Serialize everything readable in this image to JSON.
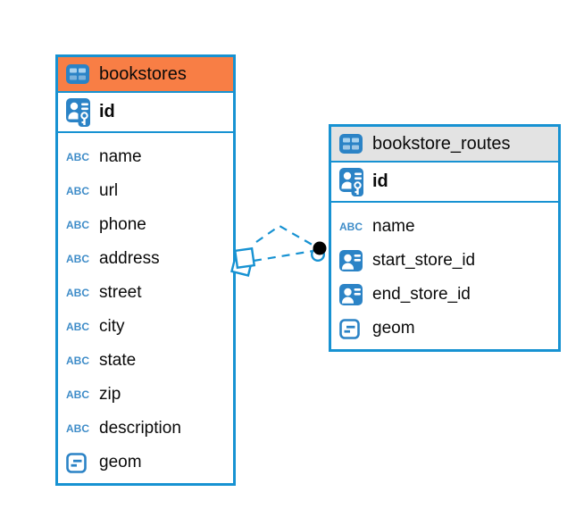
{
  "app": {
    "view": "er-diagram"
  },
  "colors": {
    "accent_blue": "#1792D2",
    "icon_blue": "#2B83C6",
    "icon_cell_light_blue": "#A9D2EE",
    "selected_header_orange": "#F87E45",
    "header_gray": "#E3E3E3",
    "text_black": "#0a0a0a",
    "connector_dot_black": "#000000"
  },
  "icons": {
    "text_type_label": "ABC"
  },
  "tables": [
    {
      "name": "bookstores",
      "header_style": "selected-orange",
      "pk": {
        "name": "id",
        "icon": "primary-key-icon"
      },
      "columns": [
        {
          "name": "name",
          "type": "text"
        },
        {
          "name": "url",
          "type": "text"
        },
        {
          "name": "phone",
          "type": "text"
        },
        {
          "name": "address",
          "type": "text"
        },
        {
          "name": "street",
          "type": "text"
        },
        {
          "name": "city",
          "type": "text"
        },
        {
          "name": "state",
          "type": "text"
        },
        {
          "name": "zip",
          "type": "text"
        },
        {
          "name": "description",
          "type": "text"
        },
        {
          "name": "geom",
          "type": "geometry"
        }
      ]
    },
    {
      "name": "bookstore_routes",
      "header_style": "gray",
      "pk": {
        "name": "id",
        "icon": "primary-key-icon"
      },
      "columns": [
        {
          "name": "name",
          "type": "text"
        },
        {
          "name": "start_store_id",
          "type": "foreign-key"
        },
        {
          "name": "end_store_id",
          "type": "foreign-key"
        },
        {
          "name": "geom",
          "type": "geometry"
        }
      ]
    }
  ],
  "relationships": [
    {
      "from_table": "bookstores",
      "from_column": "id",
      "to_table": "bookstore_routes",
      "to_column": "start_store_id",
      "style": "dashed"
    },
    {
      "from_table": "bookstores",
      "from_column": "id",
      "to_table": "bookstore_routes",
      "to_column": "end_store_id",
      "style": "dashed"
    }
  ]
}
